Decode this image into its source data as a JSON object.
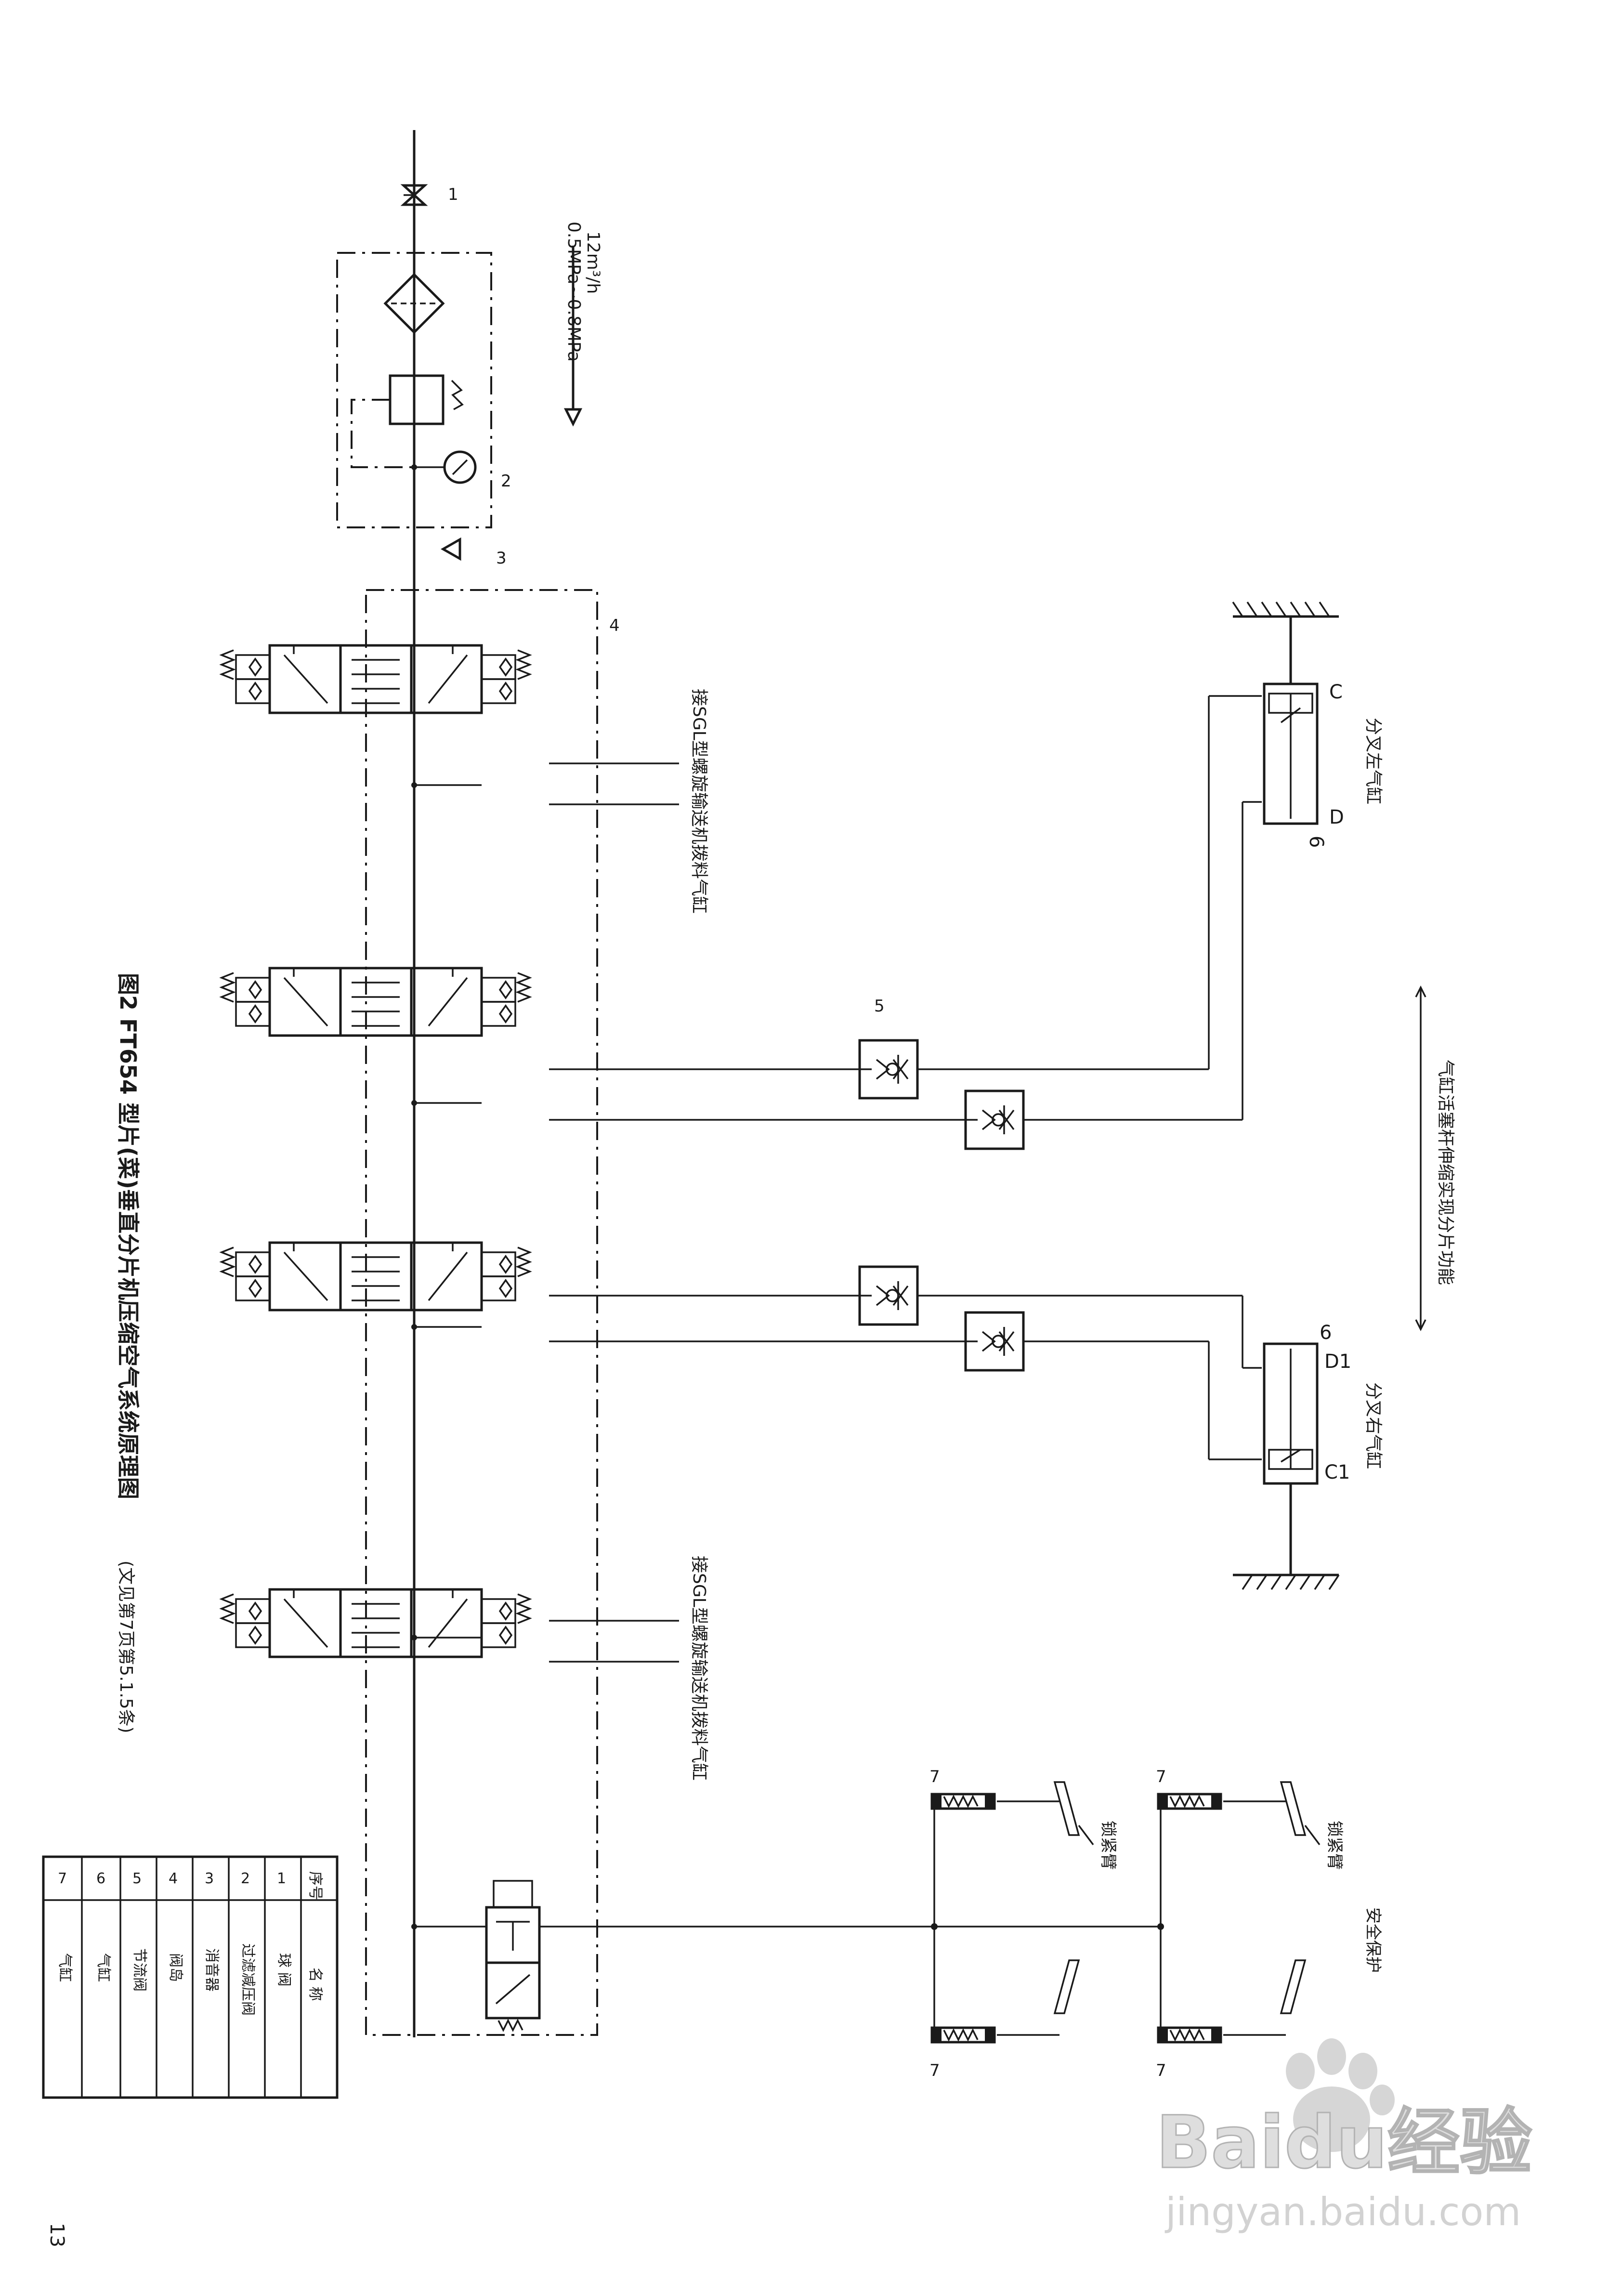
{
  "figure": {
    "caption": "图2  FT654 型片(菜)垂直分片机压缩空气系统原理图",
    "caption_note": "(文见第7页第5.1.5条)",
    "page_number": "13"
  },
  "supply": {
    "flow": "12m³/h",
    "pressure": "0.5MPa~0.8MPa"
  },
  "callouts": {
    "ball_valve": "1",
    "frl_unit": "2",
    "silencer": "3",
    "valve_group": "4",
    "throttle_upper": "5",
    "cylinder_top": "6",
    "cylinder_bottom": "6",
    "spring_cyl_1": "7",
    "spring_cyl_2": "7",
    "spring_cyl_3": "7",
    "spring_cyl_4": "7"
  },
  "ports": {
    "c": "C",
    "d": "D",
    "c1": "C1",
    "d1": "D1"
  },
  "labels": {
    "left_cylinder": "分叉左气缸",
    "right_cylinder": "分叉右气缸",
    "stroke_note": "气缸活塞杆伸缩实现分片功能",
    "sgl_top": "接SGL型螺旋输送机拨料气缸",
    "sgl_bottom": "接SGL型螺旋输送机拨料气缸",
    "lock_arm_1": "锁紧臂",
    "lock_arm_2": "锁紧臂",
    "safety": "安全保护"
  },
  "parts_table": {
    "header": {
      "no": "序号",
      "name": "名  称"
    },
    "rows": [
      {
        "no": "1",
        "name": "球  阀"
      },
      {
        "no": "2",
        "name": "过滤减压阀"
      },
      {
        "no": "3",
        "name": "消音器"
      },
      {
        "no": "4",
        "name": "阀岛"
      },
      {
        "no": "5",
        "name": "节流阀"
      },
      {
        "no": "6",
        "name": "气缸"
      },
      {
        "no": "7",
        "name": "气缸"
      }
    ]
  },
  "watermark": {
    "brand": "Baidu经验",
    "url": "jingyan.baidu.com"
  }
}
